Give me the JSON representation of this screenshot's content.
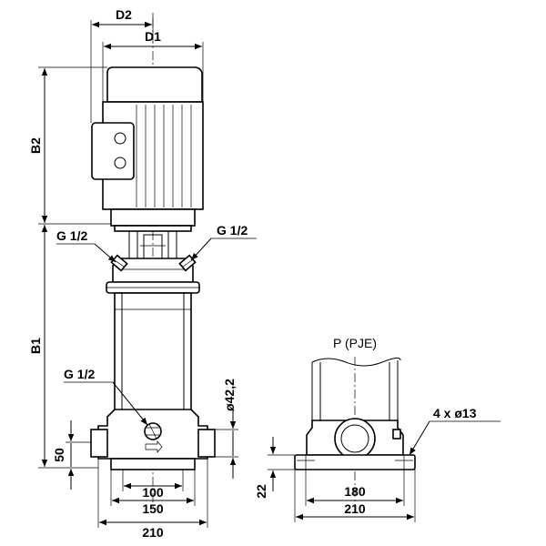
{
  "labels": {
    "d2": "D2",
    "d1": "D1",
    "b2": "B2",
    "b1": "B1",
    "g_top_left": "G 1/2",
    "g_top_right": "G 1/2",
    "g_bottom": "G 1/2",
    "diameter_inlet": "ø42,2",
    "dim_50": "50",
    "dim_100": "100",
    "dim_150": "150",
    "dim_210_front": "210",
    "side_view_title": "P (PJE)",
    "holes": "4 x ø13",
    "dim_22": "22",
    "dim_180": "180",
    "dim_210_side": "210"
  }
}
